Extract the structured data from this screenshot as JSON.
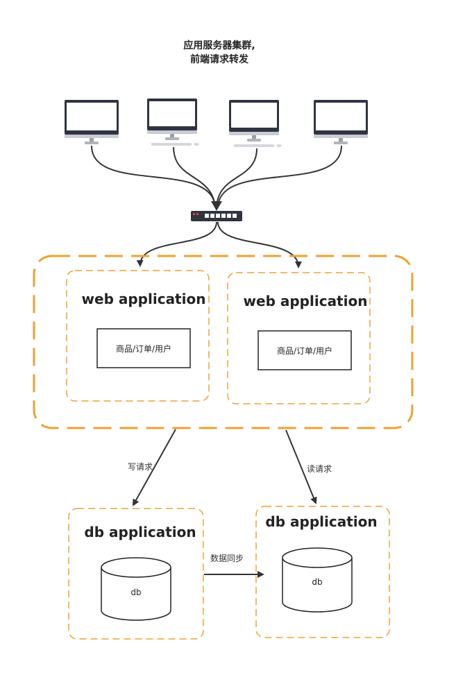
{
  "title": {
    "line1": "应用服务器集群,",
    "line2": "前端请求转发"
  },
  "clients": {
    "count": 4,
    "icon": "desktop-monitor-icon"
  },
  "router": {
    "icon": "network-switch-icon"
  },
  "web_cluster": {
    "border_color": "#f0a030",
    "apps": [
      {
        "title": "web application",
        "module_label": "商品/订单/用户"
      },
      {
        "title": "web application",
        "module_label": "商品/订单/用户"
      }
    ]
  },
  "edges": {
    "write_label": "写请求",
    "read_label": "读请求",
    "sync_label": "数据同步"
  },
  "db_apps": [
    {
      "title": "db application",
      "db_label": "db"
    },
    {
      "title": "db application",
      "db_label": "db"
    }
  ],
  "colors": {
    "accent_orange": "#f0a030",
    "line": "#333333"
  }
}
